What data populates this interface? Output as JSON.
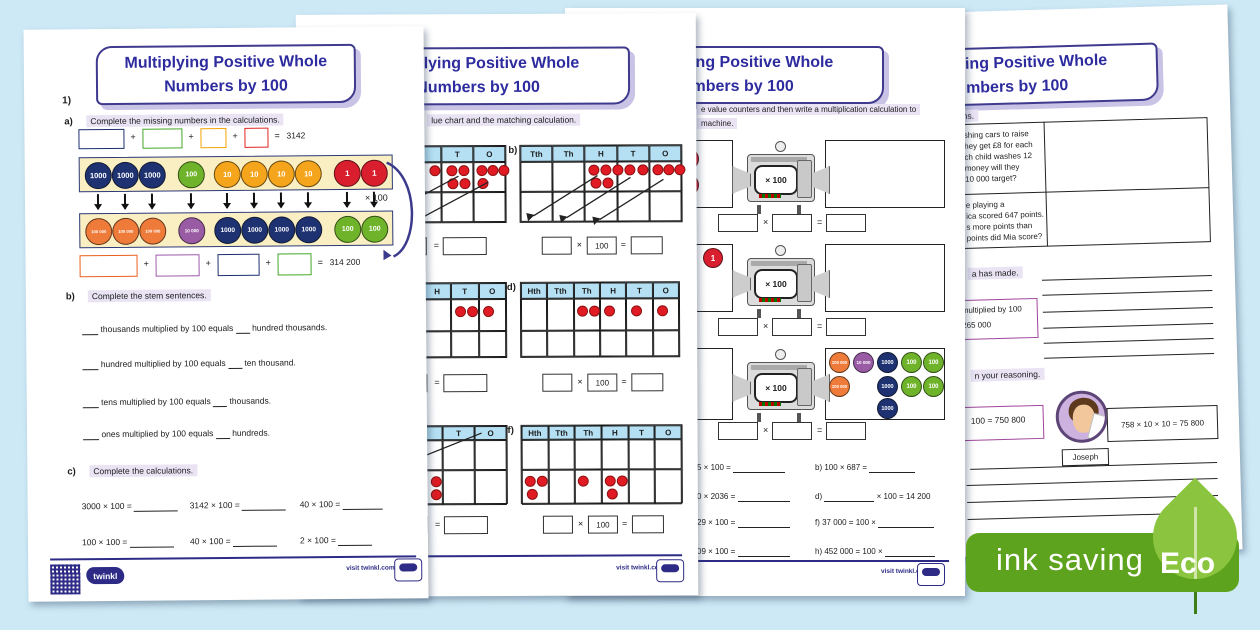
{
  "shared": {
    "title_line1": "Multiplying Positive Whole",
    "title_line2": "Numbers by 100",
    "visit": "visit twinkl.com",
    "brand": "twinkl",
    "times100": "× 100",
    "hundred": "100",
    "times": "×",
    "equals": "=",
    "plus": "+"
  },
  "palette": {
    "page_bg": "#cde9f6",
    "title_text": "#2d2b9e",
    "navy": "#1e3272",
    "green": "#6fb32b",
    "amber": "#f4a51c",
    "red": "#d91e2e",
    "orange": "#ee7b39",
    "purple": "#9a5ba5",
    "chart_header": "#b5e0f3",
    "highlight": "#e9e3f4",
    "strip_yellow": "#f9efc2",
    "eco_green": "#5ea31e",
    "leaf_green": "#8bc53f",
    "brand_navy": "#2d2b86",
    "counter_dot": "#e01b24"
  },
  "page1": {
    "q": "1)",
    "a_label": "a)",
    "a_text": "Complete the missing numbers in the calculations.",
    "top_total": "3142",
    "counters_top": [
      {
        "v": "1000"
      },
      {
        "v": "1000"
      },
      {
        "v": "1000"
      },
      {
        "v": "100"
      },
      {
        "v": "10"
      },
      {
        "v": "10"
      },
      {
        "v": "10"
      },
      {
        "v": "10"
      },
      {
        "v": "1"
      },
      {
        "v": "1"
      }
    ],
    "counters_bottom": [
      {
        "v": "100 000"
      },
      {
        "v": "100 000"
      },
      {
        "v": "100 000"
      },
      {
        "v": "10 000"
      },
      {
        "v": "1000"
      },
      {
        "v": "1000"
      },
      {
        "v": "1000"
      },
      {
        "v": "1000"
      },
      {
        "v": "100"
      },
      {
        "v": "100"
      }
    ],
    "bottom_total": "314 200",
    "b_label": "b)",
    "b_text": "Complete the stem sentences.",
    "stems": [
      {
        "pre": "thousands multiplied by 100 equals",
        "post": "hundred thousands."
      },
      {
        "pre": "hundred multiplied by 100 equals",
        "post": "ten thousand."
      },
      {
        "pre": "tens multiplied by 100 equals",
        "post": "thousands."
      },
      {
        "pre": "ones multiplied by 100 equals",
        "post": "hundreds."
      }
    ],
    "c_label": "c)",
    "c_text": "Complete the calculations.",
    "calcs": [
      "3000 × 100 =",
      "3142 × 100 =",
      "40 × 100 =",
      "100 × 100 =",
      "40 × 100 =",
      "2 × 100 ="
    ]
  },
  "page2": {
    "instruction": "lue chart and the matching calculation.",
    "charts": {
      "a": {
        "cols": [
          "T",
          "O"
        ],
        "row1_counters": {
          "T": 4,
          "O": 4
        }
      },
      "b": {
        "label": "b)",
        "cols": [
          "Tth",
          "Th",
          "H",
          "T",
          "O"
        ],
        "row1_counters": {
          "H": 6,
          "T": 1,
          "O": 3
        }
      },
      "c": {
        "cols": [
          "H",
          "T",
          "O"
        ],
        "row1_counters": {
          "T": 2,
          "O": 1
        }
      },
      "d": {
        "label": "d)",
        "cols": [
          "Hth",
          "Tth",
          "Th",
          "H",
          "T",
          "O"
        ],
        "row1_counters": {
          "Th": 2,
          "H": 1,
          "T": 1,
          "O": 1
        }
      },
      "e": {
        "cols": [
          "T",
          "O"
        ],
        "row1_counters": {}
      },
      "f": {
        "label": "f)",
        "cols": [
          "Hth",
          "Tth",
          "Th",
          "H",
          "T",
          "O"
        ],
        "row2_counters": {
          "Hth": 3,
          "Th": 1,
          "H": 3
        }
      }
    }
  },
  "page3": {
    "instruction_line1": "e value counters and then write a multiplication calculation to",
    "instruction_line2": "machine.",
    "machine2_counter": "1",
    "m3_out": [
      "100 000",
      "10 000",
      "1000",
      "100",
      "100",
      "100 000",
      "1000",
      "100",
      "100",
      "1000"
    ],
    "calcs_left": [
      "5 × 100 =",
      "0 × 2036 =",
      "29 × 100 =",
      "09 × 100 ="
    ],
    "cr": [
      {
        "pre": "b) 100 × 687 ="
      },
      {
        "pre": "d)",
        "post": "× 100 = 14 200"
      },
      {
        "pre": "f) 37 000 = 100 ×"
      },
      {
        "pre": "h) 452 000 = 100 ×"
      }
    ]
  },
  "page4": {
    "instruction": "ms.",
    "p1_lines": [
      "shing cars to raise",
      "hey get £8 for each",
      "ch child washes 12",
      "money will they",
      "10 000 target?"
    ],
    "p2_lines": [
      "e playing a",
      "ica scored 647 points.",
      "s more points than",
      "points did Mia score?"
    ],
    "mistake_prompt": "a has made.",
    "mia_line1": "multiplied by 100",
    "mia_line2": "265 000",
    "reasoning_prompt": "n your reasoning.",
    "joseph_claim": "100 = 750 800",
    "joseph_name": "Joseph",
    "joseph_bubble": "758 × 10 × 10 = 75 800"
  },
  "eco": {
    "banner_text": "ink saving",
    "leaf_text": "Eco"
  }
}
